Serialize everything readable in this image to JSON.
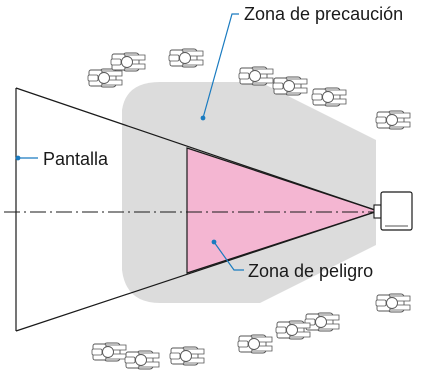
{
  "labels": {
    "caution_zone": "Zona de precaución",
    "screen": "Pantalla",
    "danger_zone": "Zona de peligro"
  },
  "colors": {
    "caution_fill": "#dcdcdc",
    "danger_fill": "#f4b6d2",
    "leader_line": "#1a7bc0",
    "outline": "#1a1a1a"
  },
  "icons": {
    "person": "seated-person-icon",
    "projector": "projector-icon"
  }
}
